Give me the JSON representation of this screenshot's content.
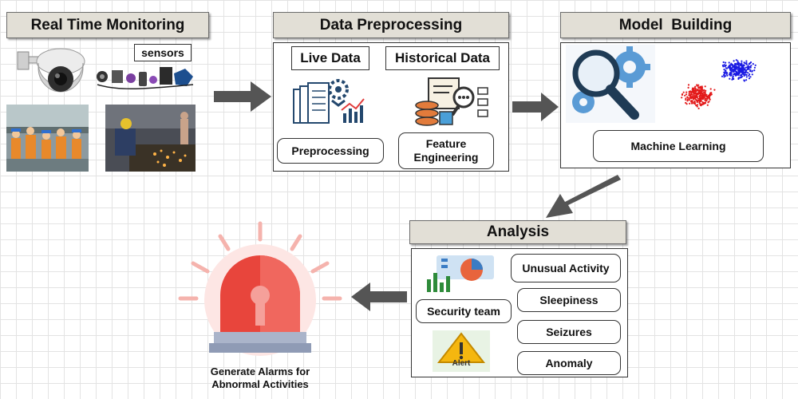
{
  "monitoring": {
    "title": "Real Time Monitoring",
    "sensors_label": "sensors"
  },
  "preprocessing": {
    "title": "Data Preprocessing",
    "live_data": "Live Data",
    "historical_data": "Historical Data",
    "preprocessing_label": "Preprocessing",
    "feature_engineering": "Feature Engineering"
  },
  "model": {
    "title": "Model  Building",
    "machine_learning": "Machine Learning"
  },
  "analysis": {
    "title": "Analysis",
    "security_team": "Security team",
    "alert_label": "Alert",
    "items": [
      "Unusual Activity",
      "Sleepiness",
      "Seizures",
      "Anomaly"
    ]
  },
  "alarm": {
    "caption": "Generate Alarms for Abnormal Activities"
  },
  "colors": {
    "header_bg": "#e2dfd6",
    "arrow": "#555555",
    "alarm_red": "#e8453c",
    "scatter_red": "#e31a1a",
    "scatter_blue": "#1a1ae3",
    "gear_blue": "#5a9bd5"
  }
}
